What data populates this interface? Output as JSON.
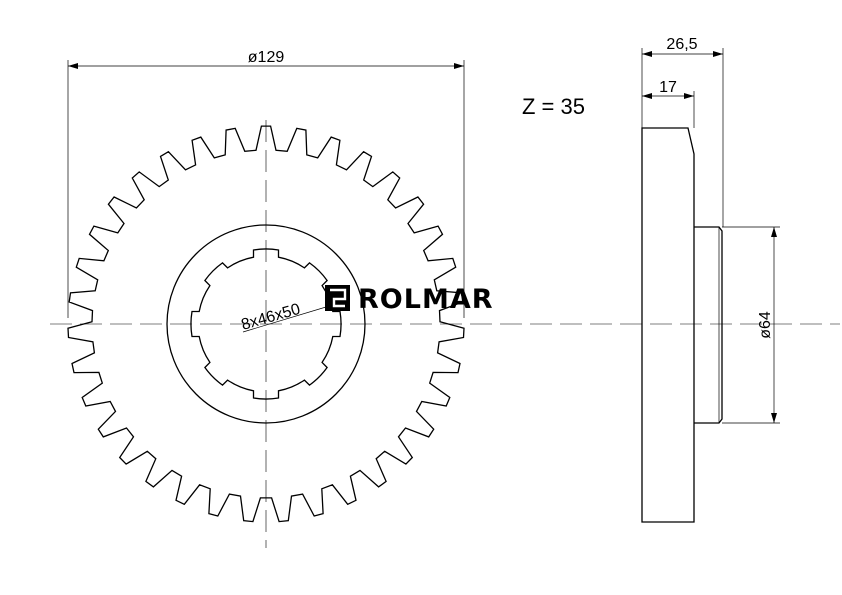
{
  "drawing": {
    "outer_diameter_label": "ø129",
    "teeth_count_label": "Z = 35",
    "teeth_count": 35,
    "spline_label": "8x46x50",
    "spline_count": 8,
    "total_width_label": "26,5",
    "gear_width_label": "17",
    "hub_diameter_label": "ø64"
  },
  "logo": {
    "text": "ROLMAR"
  }
}
